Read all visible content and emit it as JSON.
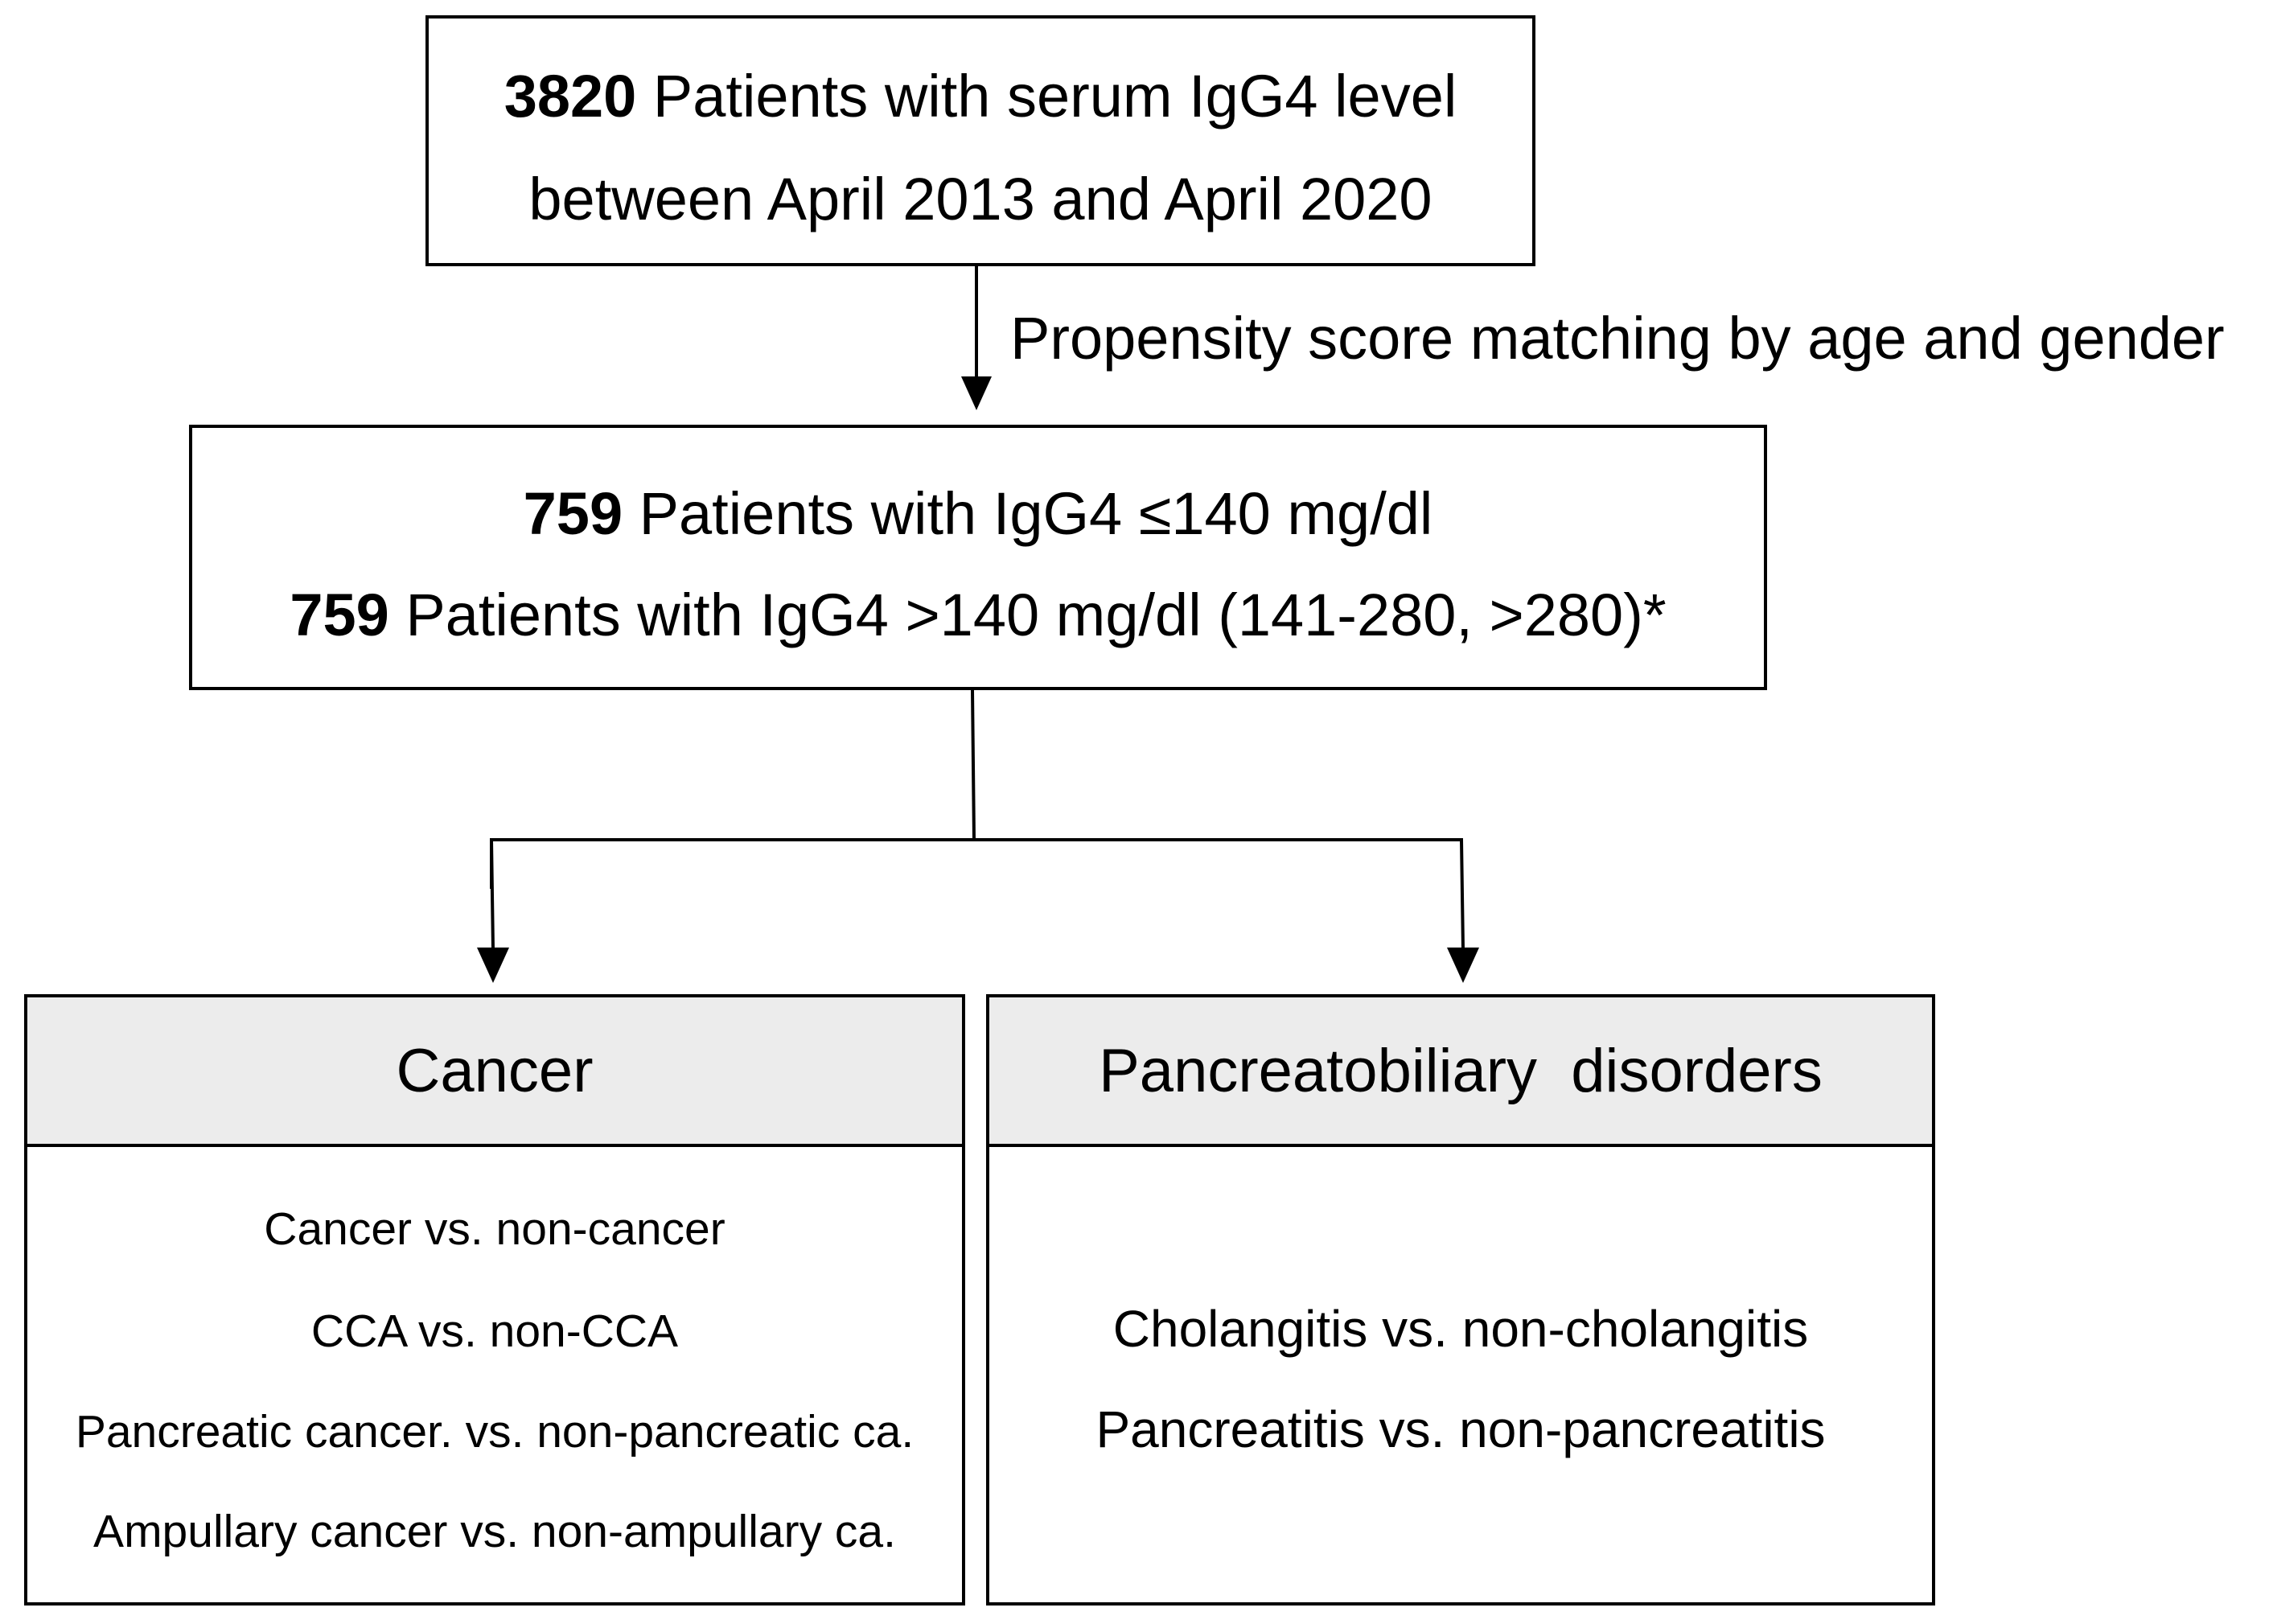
{
  "top_box": {
    "count": "3820",
    "line1_rest": " Patients with serum IgG4 level",
    "line2": "between April 2013 and April 2020"
  },
  "arrow_label": "Propensity score matching by age and gender",
  "mid_box": {
    "row1_count": "759",
    "row1_rest": " Patients with IgG4 ≤140 mg/dl",
    "row2_count": "759",
    "row2_rest": " Patients with IgG4 >140 mg/dl (141-280, >280)*"
  },
  "cancer_box": {
    "title": "Cancer",
    "items": [
      "Cancer vs. non-cancer",
      "CCA vs. non-CCA",
      "Pancreatic cancer. vs. non-pancreatic ca.",
      "Ampullary cancer vs. non-ampullary ca."
    ]
  },
  "panc_box": {
    "title": "Pancreatobiliary  disorders",
    "items": [
      "Cholangitis vs. non-cholangitis",
      "Pancreatitis vs. non-pancreatitis"
    ]
  }
}
